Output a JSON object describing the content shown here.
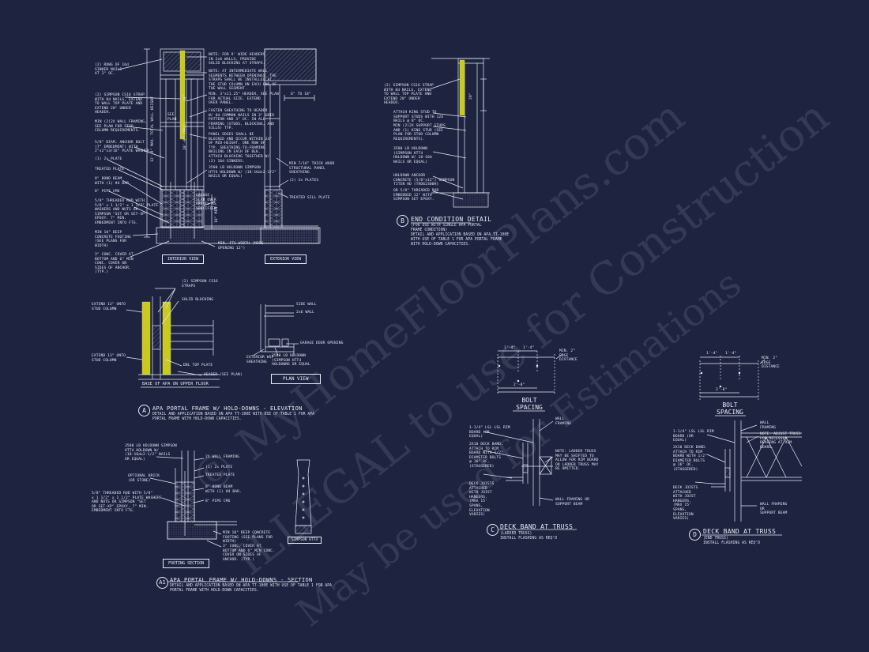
{
  "watermark": {
    "line1": "© MyHomeFloorPlans.com",
    "line2": "ILLEGAL to use for Construction",
    "line3": "May be used for Estimations"
  },
  "interior": {
    "box": "INTERIOR VIEW",
    "notes_left": [
      "(2) ROWS OF 16d\nSINKER NAILS\nAT 3\" OC.",
      "(2) SIMPSON CS16 STRAP\nWITH 8d NAILS, EXTEND\nTO WALL TOP PLATE AND\nEXTEND 20\" UNDER\nHEADER.",
      "MIN (2)2X WALL FRAMING,\nSEE PLAN FOR STUD\nCOLUMN REQUIREMENTS.",
      "5/8\" DIAM. ANCHOR BOLT\n(7\" EMBEDMENT) WITH\n2\"x2\"x3/16\" PLATE WASHER.",
      "(1) 2x PLATE",
      "TREATED PLATE",
      "8\" BOND BEAM\nWITH (1) #4 BAR.",
      "8\" PIPE CMU",
      "5/8\" THREADED ROD WITH\n5/8\" x 1 1/2\" x 1 1/2\" PLATE\nWASHERS AND NUTS OR\nSIMPSON \"SET OR SET-XP\"\nEPOXY. 7\" MIN.\nEMBEDMENT INTO FTG.",
      "MIN 10\" DEEP\nCONCRETE FOOTING\n(SEE PLANS FOR\nWIDTH)",
      "3\" CONC. COVER AT\nBOTTOM AND 6\" MIN\nCONC. COVER ON\nSIDES OF ANCHOR.\n(TYP.)"
    ],
    "notes_right": [
      "NOTE: FOR 9' WIDE HEADERS\nIN 2x6 WALLS, PROVIDE\nSOLID BLOCKING AT STRAPS.",
      "NOTE: AT INTERMEDIATE WALL\nSEGMENTS BETWEEN OPENINGS, THE\nSTRAPS SHALL BE INSTALLED AT\nTHE STUD COLUMN ON EACH END OF\nTHE WALL SEGMENT.",
      "MIN. 3\"x11.25\" HEADER, SEE PLAN\nFOR ACTUAL SIZE. EXTEND\nOVER PANEL.",
      "FASTEN SHEATHING TO HEADER\nW/ 8d COMMON NAILS IN 3\" GRID\nPATTERN AND 3\" OC. IN ALL\nFRAMING (STUDS, BLOCKING, AND\nSILLS) TYP.",
      "PANEL EDGES SHALL BE\nBLOCKED AND OCCUR WITHIN 24\"\nOF MID-HEIGHT. ONE ROW OF\nTYP. SHEATHING-TO-FRAMING\nNAILING IN EACH OF BLK.\nATTACH BLOCKING TOGETHER W/\n(2) 16d SINKERS.",
      "3500 LB HOLDOWN SIMPSON\nHTT4 HOLDOWN W/ (18-16dx2-1/2\"\nNAILS OR EQUAL)",
      "GARAGE\nSLAB OVER\nGRAVEL AS\nSPECIFIED",
      "MIN. FTG WIDTH (MORE\nOPENING 12\")"
    ],
    "dims": [
      "SEE\nPLAN",
      "10'-0\" (MAX)",
      "12'-0\" MAX. TOTAL WALL HEIGHT",
      "20\"",
      "18\" MIN."
    ]
  },
  "exterior": {
    "box": "EXTERIOR VIEW",
    "dim": "6\" TO 18\"",
    "notes": [
      "MIN 7/16\" THICK WOOD\nSTRUCTURAL PANEL\nSHEATHING",
      "(2) 2x PLATES",
      "TREATED SILL PLATE"
    ]
  },
  "detail_b": {
    "letter": "B",
    "title": "END CONDITION DETAIL",
    "subtitle": "(FOR USE WITH SINGLE APA PORTAL\nFRAME CONDITION)\nDETAIL AND APPLICATION BASED ON APA TT-100E\nWITH USE OF TABLE 1 FOR APA PORTAL FRAME\nWITH HOLD-DOWN CAPACITIES.",
    "dim": "20\"",
    "notes": [
      "(2) SIMPSON CS16 STRAP\nWITH 8d NAILS, EXTEND\nTO WALL TOP PLATE AND\nEXTEND 20\" UNDER\nHEADER.",
      "ATTACH KING STUD TO\nSUPPORT STUDS WITH 12d\nNAILS @ 8\" OC.",
      "MIN (2)2X SUPPORT STUDS\nAND (1) KING STUD (SEE\nPLAN FOR STUD COLUMN\nREQUIREMENTS).",
      "3500 LB HOLDOWN\n(SIMPSON HTT4\nHOLDOWN W/ 18-10d\nNAILS OR EQUAL)",
      "HOLDOWN ANCHOR\nCONCRETE (5/8\"x12\") SIMPSON\nTITEN HD (THD62300H)",
      "OR 5/8\" THREADED ROD\nEMBEDDED 12\" WITH\nSIMPSON SET EPOXY."
    ]
  },
  "detail_a": {
    "letter": "A",
    "title": "APA PORTAL FRAME W/ HOLD-DOWNS - ELEVATION",
    "subtitle": "DETAIL AND APPLICATION BASED ON APA TT-100E WITH USE OF TABLE 1 FOR APA\nPORTAL FRAME WITH HOLD-DOWN CAPACITIES.",
    "caption": "BASE OF APA ON UPPER FLOOR",
    "notes": [
      "(2) SIMPSON CS16\nSTRAPS",
      "SOLID BLOCKING",
      "EXTEND 13\" ONTO\nSTUD COLUMN",
      "EXTEND 13\" ONTO\nSTUD COLUMN",
      "DBL TOP PLATE",
      "HEADER (SEE PLAN)"
    ]
  },
  "plan_view": {
    "box": "PLAN VIEW",
    "notes": [
      "SIDE WALL",
      "2x6 WALL",
      "GARAGE DOOR OPENING",
      "EXTERIOR WSP\nSHEATHING",
      "3500 LB HOLDOWN\n(SIMPSON HTT4\nHOLDOWNS OR EQUAL"
    ]
  },
  "detail_a1": {
    "letter": "A1",
    "title": "APA PORTAL FRAME W/ HOLD-DOWNS - SECTION",
    "subtitle": "DETAIL AND APPLICATION BASED ON APA TT-100E WITH USE OF TABLE 1 FOR APA\nPORTAL FRAME WITH HOLD-DOWN CAPACITIES.",
    "box": "FOOTING SECTION",
    "part_box": "SIMPSON HTT4",
    "notes": [
      "3500 LB HOLDOWN SIMPSON\nHTT4 HOLDOWN W/\n(18-16dx2-1/2\" NAILS\nOR EQUAL)",
      "2X WALL FRAMING",
      "(1) 2x PLATE",
      "TREATED PLATE",
      "OPTIONAL BRICK\n(OR STONE)",
      "5/8\" THREADED ROD WITH 5/8\"\nx 1 1/2\" x 1 1/2\" PLATE WASHERS\nAND NUTS OR SIMPSON \"SET\nOR SET-XP\" EPOXY. 7\" MIN.\nEMBEDMENT INTO FTG.",
      "8\" BOND BEAM\nWITH (1) #4 BAR.",
      "8\" PIPE CMU",
      "MIN 10\" DEEP CONCRETE\nFOOTING (SEE PLANS FOR\nWIDTH)",
      "3\" CONC. COVER AT\nBOTTOM AND 6\" MIN CONC.\nCOVER ON SIDES OF\nANCHOR. (TYP.)"
    ]
  },
  "detail_c": {
    "letter": "C",
    "title": "DECK BAND AT TRUSS",
    "subtitle": "(LADDER TRUSS)\nINSTALL FLASHING AS REQ'D",
    "bolt_title": "BOLT\nSPACING",
    "dims": [
      "1'-4\"",
      "1'-4\"",
      "2'-8\""
    ],
    "edge": "MIN. 2\"\nEDGE\nDISTANCE",
    "notes": [
      "1-1/4\" LSL LSL RIM\nBOARD (OR\nEQUAL)",
      "2X10 DECK BAND.\nATTACH TO RIM\nBOARD WITH 1/2\"\nDIAMETER BOLTS\n@ 16\" OC.\n(STAGGERED)",
      "DECK JOISTS\nATTACHED\nWITH JOIST\nHANGERS.\n(MAX 15'\nSPANS,\nELEVATION\nVARIES)",
      "WALL\nFRAMING",
      "NOTE: LADDER TRUSS\nMAY BE SHIFTED TO\nALLOW FOR RIM BOARD\nOR LADDER TRUSS MAY\nBE OMITTED.",
      "WALL FRAMING OR\nSUPPORT BEAM"
    ]
  },
  "detail_d": {
    "letter": "D",
    "title": "DECK BAND AT TRUSS",
    "subtitle": "(END TRUSS)\nINSTALL FLASHING AS REQ'D",
    "bolt_title": "BOLT\nSPACING",
    "dims": [
      "1'-4\"",
      "1'-4\"",
      "2'-8\""
    ],
    "edge": "MIN. 2\"\nEDGE\nDISTANCE",
    "notes": [
      "1-1/4\" LSL LSL RIM\nBOARD (OR\nEQUAL)",
      "2X10 DECK BAND.\nATTACH TO RIM\nBOARD WITH 1/2\"\nDIAMETER BOLTS\n@ 16\" OC.\n(STAGGERED)",
      "DECK JOISTS\nATTACHED\nWITH JOIST\nHANGERS.\n(MAX 15'\nSPANS,\nELEVATION\nVARIES)",
      "WALL\nFRAMING",
      "NOTE: ADJUST TRUSS\nFOR RECESSED\nBEARING AT RIM\nBOARD.",
      "WALL FRAMING\nOR\nSUPPORT BEAM"
    ]
  }
}
